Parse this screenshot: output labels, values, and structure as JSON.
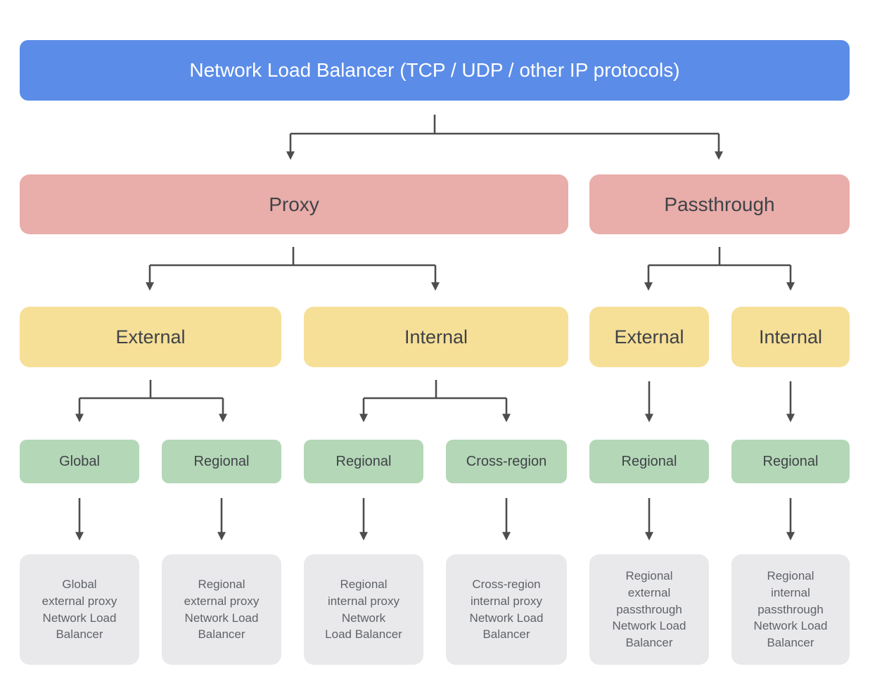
{
  "palette": {
    "root-fill": "#5b8ce8",
    "root-text": "#ffffff",
    "branch-fill": "#e9adaa",
    "tier-fill": "#f6df97",
    "scope-fill": "#b4d7b7",
    "leaf-fill": "#e9e9ec",
    "node-text": "#3f4347",
    "leaf-text": "#5f6368",
    "connector": "#4d4d4d"
  },
  "nodes": {
    "root": "Network Load Balancer (TCP / UDP / other IP protocols)",
    "proxy": "Proxy",
    "passthrough": "Passthrough",
    "proxy_external": "External",
    "proxy_internal": "Internal",
    "passthrough_external": "External",
    "passthrough_internal": "Internal",
    "proxy_external_global": "Global",
    "proxy_external_regional": "Regional",
    "proxy_internal_regional": "Regional",
    "proxy_internal_cross_region": "Cross-region",
    "passthrough_external_regional": "Regional",
    "passthrough_internal_regional": "Regional"
  },
  "leaves": {
    "global_external_proxy": "Global\nexternal proxy\nNetwork Load\nBalancer",
    "regional_external_proxy": "Regional\nexternal proxy\nNetwork Load\nBalancer",
    "regional_internal_proxy": "Regional\ninternal proxy\nNetwork\nLoad Balancer",
    "cross_region_internal_proxy": "Cross-region\ninternal proxy\nNetwork Load\nBalancer",
    "regional_external_passthrough": "Regional\nexternal\npassthrough\nNetwork Load\nBalancer",
    "regional_internal_passthrough": "Regional\ninternal\npassthrough\nNetwork Load\nBalancer"
  }
}
